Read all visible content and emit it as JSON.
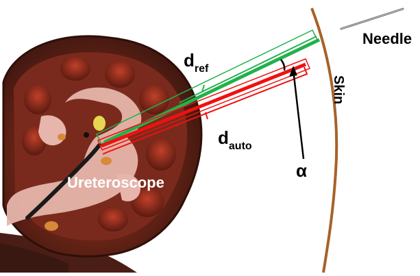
{
  "labels": {
    "needle": "Needle",
    "skin": "Skin",
    "ureteroscope": "Ureteroscope",
    "alpha": "α",
    "d_ref_main": "d",
    "d_ref_sub": "ref",
    "d_auto_main": "d",
    "d_auto_sub": "auto"
  },
  "colors": {
    "ref_line": "#22b14c",
    "auto_line": "#ee1111",
    "skin": "#a6622a",
    "kidney_outer": "#5a2418",
    "kidney_inner": "#e8b8ae",
    "arrow": "#000000"
  },
  "icons": [
    "kidney-illustration",
    "ureteroscope-icon",
    "needle-icon"
  ]
}
